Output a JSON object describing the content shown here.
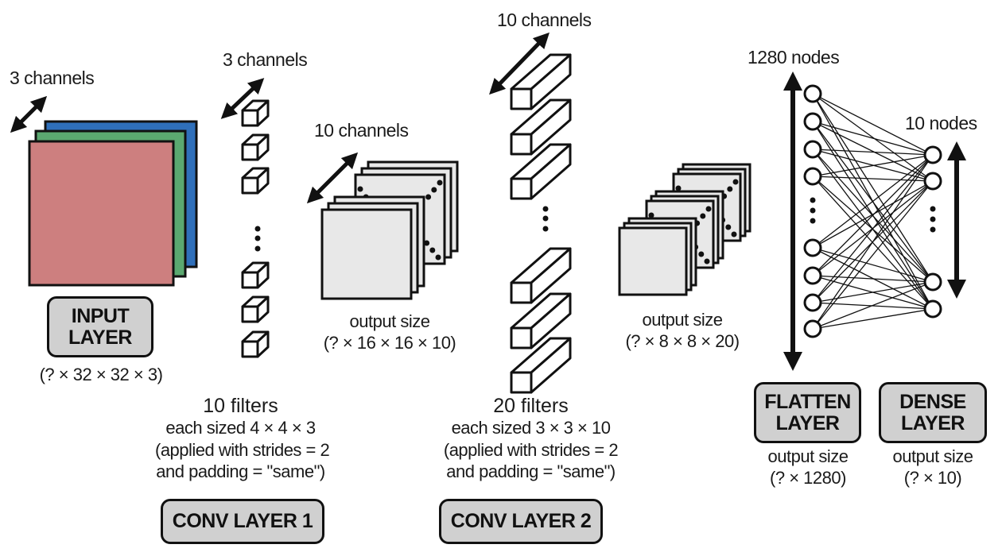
{
  "colors": {
    "channel_red": "#cd7f7f",
    "channel_green": "#5ba870",
    "channel_blue": "#2f6fba",
    "feature_map": "#e8e8e8",
    "layer_box": "#d0d0d0",
    "stroke": "#111111"
  },
  "input_layer": {
    "channels_label": "3 channels",
    "box_line1": "INPUT",
    "box_line2": "LAYER",
    "shape": "(? × 32 × 32 × 3)"
  },
  "conv1": {
    "kernel_channels_label": "3 channels",
    "filters_title": "10 filters",
    "filters_size": "each sized 4 × 4 × 3",
    "filters_strides": "(applied with strides = 2",
    "filters_padding": "and padding = \"same\")",
    "box_label": "CONV LAYER 1",
    "output_channels_label": "10 channels",
    "output_label": "output size",
    "output_shape": "(? × 16 × 16 × 10)"
  },
  "conv2": {
    "kernel_channels_label": "10 channels",
    "filters_title": "20 filters",
    "filters_size": "each sized 3 × 3 × 10",
    "filters_strides": "(applied with strides = 2",
    "filters_padding": "and padding = \"same\")",
    "box_label": "CONV LAYER 2",
    "output_label": "output size",
    "output_shape": "(? × 8 × 8 × 20)"
  },
  "flatten_layer": {
    "nodes_label": "1280 nodes",
    "box_line1": "FLATTEN",
    "box_line2": "LAYER",
    "output_label": "output size",
    "output_shape": "(? × 1280)"
  },
  "dense_layer": {
    "nodes_label": "10 nodes",
    "box_line1": "DENSE",
    "box_line2": "LAYER",
    "output_label": "output size",
    "output_shape": "(? × 10)"
  }
}
